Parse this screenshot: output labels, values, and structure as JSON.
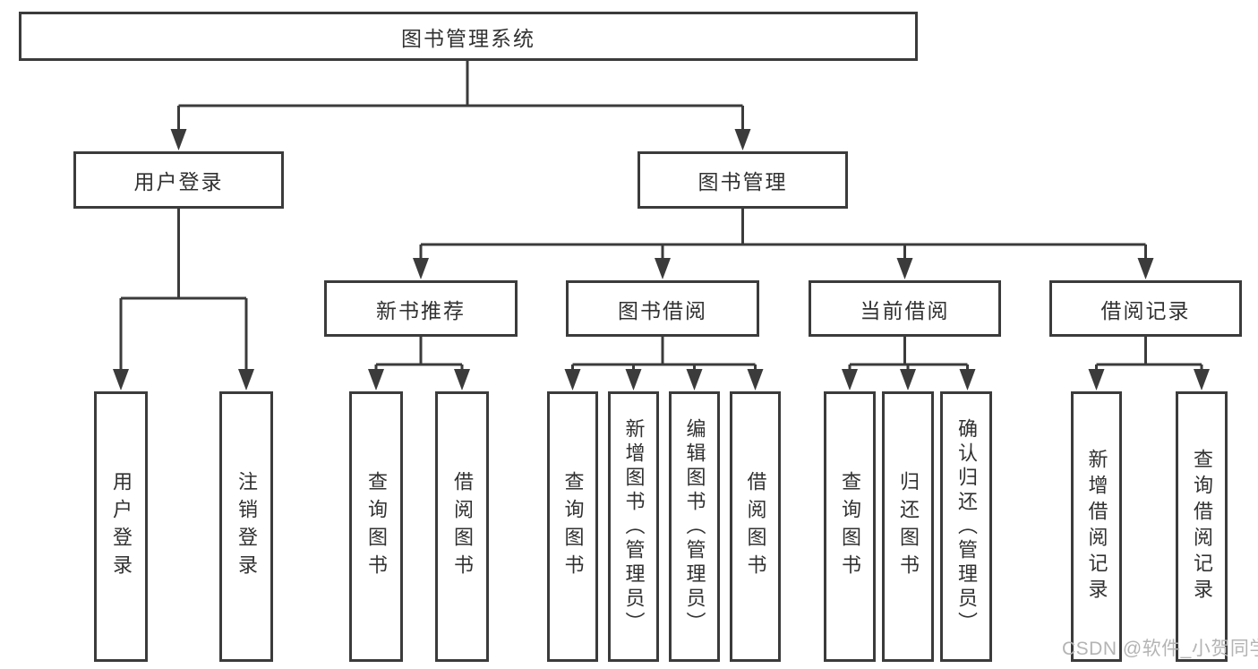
{
  "tree": {
    "root": {
      "label": "图书管理系统",
      "children": [
        {
          "label": "用户登录",
          "children": [
            {
              "label": "用户登录"
            },
            {
              "label": "注销登录"
            }
          ]
        },
        {
          "label": "图书管理",
          "children": [
            {
              "label": "新书推荐",
              "children": [
                {
                  "label": "查询图书"
                },
                {
                  "label": "借阅图书"
                }
              ]
            },
            {
              "label": "图书借阅",
              "children": [
                {
                  "label": "查询图书"
                },
                {
                  "label": "新增图书（管理员）"
                },
                {
                  "label": "编辑图书（管理员）"
                },
                {
                  "label": "借阅图书"
                }
              ]
            },
            {
              "label": "当前借阅",
              "children": [
                {
                  "label": "查询图书"
                },
                {
                  "label": "归还图书"
                },
                {
                  "label": "确认归还（管理员）"
                }
              ]
            },
            {
              "label": "借阅记录",
              "children": [
                {
                  "label": "新增借阅记录"
                },
                {
                  "label": "查询借阅记录"
                }
              ]
            }
          ]
        }
      ]
    }
  },
  "watermark": {
    "text": "CSDN @软件_小贺同学"
  },
  "colors": {
    "line": "#3b3b3b",
    "box_border": "#3b3b3b",
    "box_background": "#ffffff",
    "text": "#313131",
    "watermark": "#b4b4b4",
    "page_background": "#ffffff"
  }
}
